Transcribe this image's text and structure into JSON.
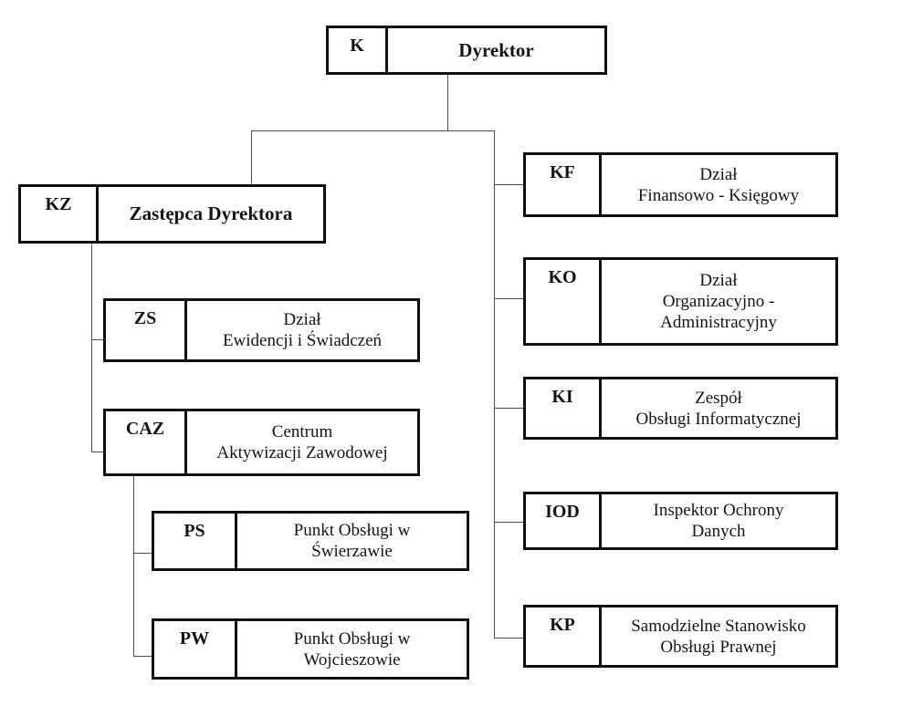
{
  "page": {
    "background_color": "#ffffff",
    "line_color": "#4d4d4d",
    "border_color": "#101010",
    "text_color": "#141414"
  },
  "orgchart": {
    "type": "org-hierarchy-diagram",
    "nodes": [
      {
        "code": "K",
        "name": "Dyrektor",
        "reports_to": ""
      },
      {
        "code": "KZ",
        "name": "Zastępca Dyrektora",
        "reports_to": "K"
      },
      {
        "code": "ZS",
        "name": "Dział\nEwidencji i Świadczeń",
        "reports_to": "KZ"
      },
      {
        "code": "CAZ",
        "name": "Centrum\nAktywizacji Zawodowej",
        "reports_to": "KZ"
      },
      {
        "code": "PS",
        "name": "Punkt Obsługi w\nŚwierzawie",
        "reports_to": "CAZ"
      },
      {
        "code": "PW",
        "name": "Punkt Obsługi w\nWojcieszowie",
        "reports_to": "CAZ"
      },
      {
        "code": "KF",
        "name": "Dział\nFinansowo - Księgowy",
        "reports_to": "K"
      },
      {
        "code": "KO",
        "name": "Dział\nOrganizacyjno -\nAdministracyjny",
        "reports_to": "K"
      },
      {
        "code": "KI",
        "name": "Zespół\nObsługi Informatycznej",
        "reports_to": "K"
      },
      {
        "code": "IOD",
        "name": "Inspektor Ochrony\nDanych",
        "reports_to": "K"
      },
      {
        "code": "KP",
        "name": "Samodzielne Stanowisko\nObsługi Prawnej",
        "reports_to": "K"
      }
    ]
  }
}
